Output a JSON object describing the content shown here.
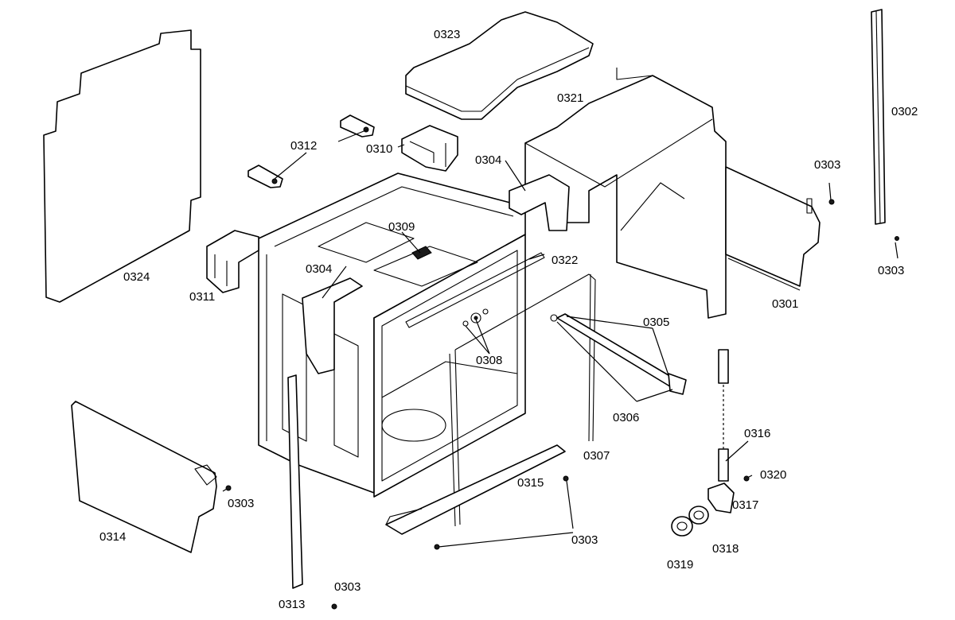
{
  "labels": {
    "l0302": "0302",
    "l0303a": "0303",
    "l0303b": "0303",
    "l0303c": "0303",
    "l0303d": "0303",
    "l0303e": "0303",
    "l0301": "0301",
    "l0304a": "0304",
    "l0304b": "0304",
    "l0305": "0305",
    "l0306": "0306",
    "l0307": "0307",
    "l0308": "0308",
    "l0309": "0309",
    "l0310": "0310",
    "l0311": "0311",
    "l0312": "0312",
    "l0313": "0313",
    "l0314": "0314",
    "l0315": "0315",
    "l0316": "0316",
    "l0317": "0317",
    "l0318": "0318",
    "l0319": "0319",
    "l0320": "0320",
    "l0321": "0321",
    "l0322": "0322",
    "l0323": "0323",
    "l0324": "0324"
  }
}
